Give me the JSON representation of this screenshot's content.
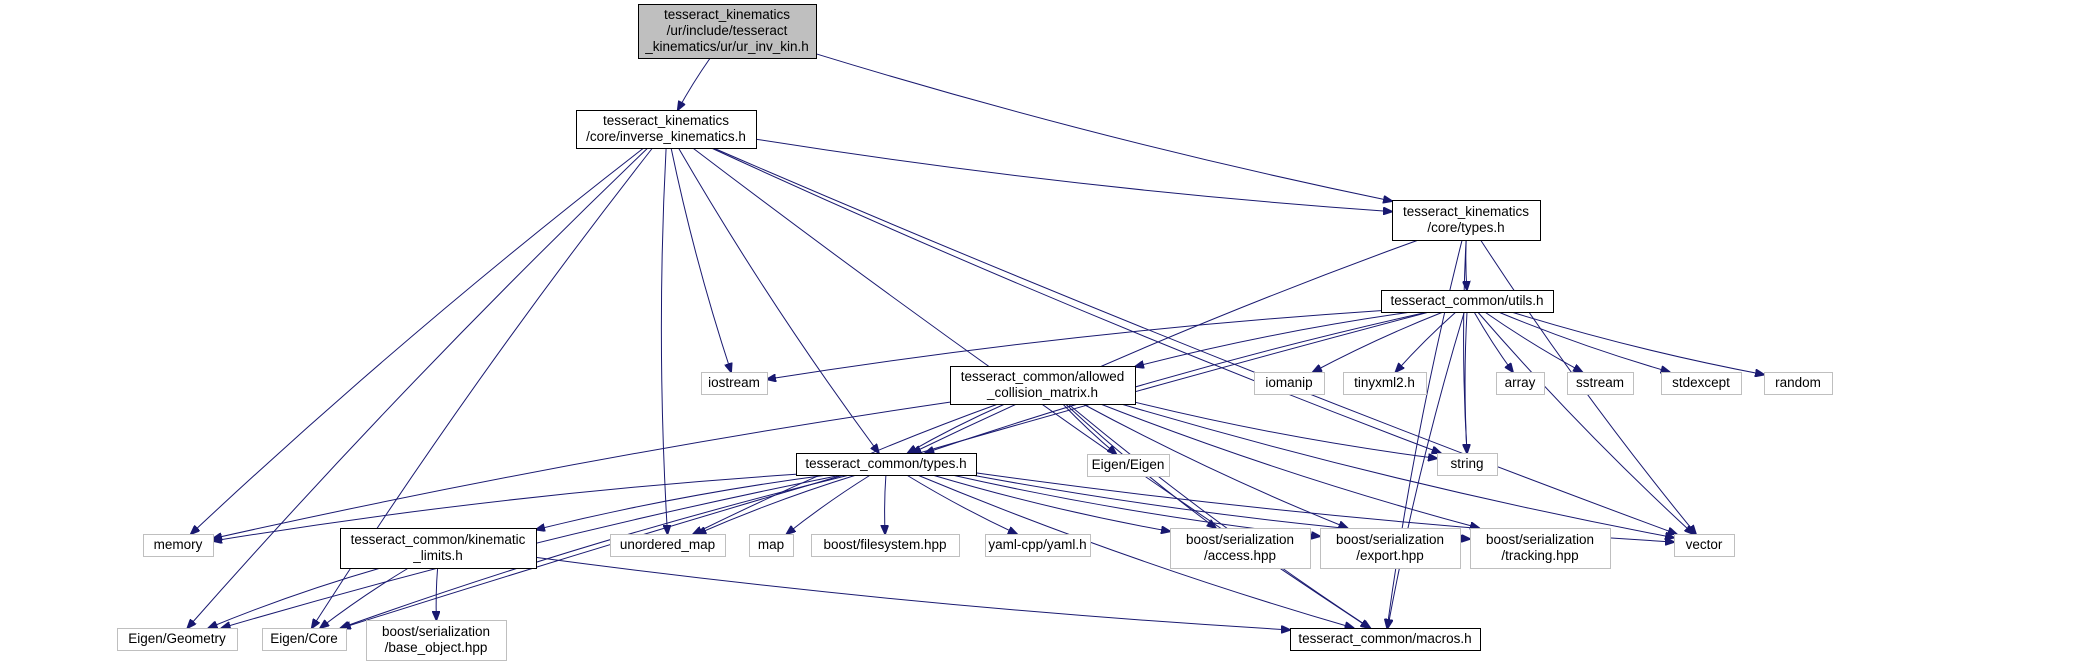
{
  "graph": {
    "colors": {
      "focus_fill": "#bfbfbf",
      "node_fill": "#ffffff",
      "project_border": "#000000",
      "external_border": "#bfbfbf",
      "edge": "#191970"
    },
    "nodes": [
      {
        "id": "ur_inv_kin",
        "style": "focus",
        "lines": [
          "tesseract_kinematics",
          "/ur/include/tesseract",
          "_kinematics/ur/ur_inv_kin.h"
        ]
      },
      {
        "id": "inverse_kinematics",
        "style": "project",
        "lines": [
          "tesseract_kinematics",
          "/core/inverse_kinematics.h"
        ]
      },
      {
        "id": "kin_types",
        "style": "project",
        "lines": [
          "tesseract_kinematics",
          "/core/types.h"
        ]
      },
      {
        "id": "utils",
        "style": "project",
        "lines": [
          "tesseract_common/utils.h"
        ]
      },
      {
        "id": "acm",
        "style": "project",
        "lines": [
          "tesseract_common/allowed",
          "_collision_matrix.h"
        ]
      },
      {
        "id": "common_types",
        "style": "project",
        "lines": [
          "tesseract_common/types.h"
        ]
      },
      {
        "id": "kinematic_limits",
        "style": "project",
        "lines": [
          "tesseract_common/kinematic",
          "_limits.h"
        ]
      },
      {
        "id": "macros",
        "style": "project",
        "lines": [
          "tesseract_common/macros.h"
        ]
      },
      {
        "id": "iostream",
        "style": "external",
        "lines": [
          "iostream"
        ]
      },
      {
        "id": "iomanip",
        "style": "external",
        "lines": [
          "iomanip"
        ]
      },
      {
        "id": "tinyxml2",
        "style": "external",
        "lines": [
          "tinyxml2.h"
        ]
      },
      {
        "id": "array",
        "style": "external",
        "lines": [
          "array"
        ]
      },
      {
        "id": "sstream",
        "style": "external",
        "lines": [
          "sstream"
        ]
      },
      {
        "id": "stdexcept",
        "style": "external",
        "lines": [
          "stdexcept"
        ]
      },
      {
        "id": "random",
        "style": "external",
        "lines": [
          "random"
        ]
      },
      {
        "id": "string",
        "style": "external",
        "lines": [
          "string"
        ]
      },
      {
        "id": "eigen_eigen",
        "style": "external",
        "lines": [
          "Eigen/Eigen"
        ]
      },
      {
        "id": "memory",
        "style": "external",
        "lines": [
          "memory"
        ]
      },
      {
        "id": "unordered_map",
        "style": "external",
        "lines": [
          "unordered_map"
        ]
      },
      {
        "id": "map",
        "style": "external",
        "lines": [
          "map"
        ]
      },
      {
        "id": "boost_filesystem",
        "style": "external",
        "lines": [
          "boost/filesystem.hpp"
        ]
      },
      {
        "id": "yaml",
        "style": "external",
        "lines": [
          "yaml-cpp/yaml.h"
        ]
      },
      {
        "id": "boost_access",
        "style": "external",
        "lines": [
          "boost/serialization",
          "/access.hpp"
        ]
      },
      {
        "id": "boost_export",
        "style": "external",
        "lines": [
          "boost/serialization",
          "/export.hpp"
        ]
      },
      {
        "id": "boost_tracking",
        "style": "external",
        "lines": [
          "boost/serialization",
          "/tracking.hpp"
        ]
      },
      {
        "id": "vector",
        "style": "external",
        "lines": [
          "vector"
        ]
      },
      {
        "id": "eigen_geometry",
        "style": "external",
        "lines": [
          "Eigen/Geometry"
        ]
      },
      {
        "id": "eigen_core",
        "style": "external",
        "lines": [
          "Eigen/Core"
        ]
      },
      {
        "id": "boost_base_object",
        "style": "external",
        "lines": [
          "boost/serialization",
          "/base_object.hpp"
        ]
      }
    ],
    "edges": [
      [
        "ur_inv_kin",
        "inverse_kinematics"
      ],
      [
        "ur_inv_kin",
        "kin_types"
      ],
      [
        "inverse_kinematics",
        "kin_types"
      ],
      [
        "inverse_kinematics",
        "iostream"
      ],
      [
        "inverse_kinematics",
        "string"
      ],
      [
        "inverse_kinematics",
        "vector"
      ],
      [
        "inverse_kinematics",
        "common_types"
      ],
      [
        "inverse_kinematics",
        "unordered_map"
      ],
      [
        "inverse_kinematics",
        "memory"
      ],
      [
        "inverse_kinematics",
        "eigen_geometry"
      ],
      [
        "inverse_kinematics",
        "eigen_core"
      ],
      [
        "inverse_kinematics",
        "macros"
      ],
      [
        "kin_types",
        "utils"
      ],
      [
        "kin_types",
        "common_types"
      ],
      [
        "kin_types",
        "string"
      ],
      [
        "kin_types",
        "vector"
      ],
      [
        "kin_types",
        "macros"
      ],
      [
        "utils",
        "iostream"
      ],
      [
        "utils",
        "iomanip"
      ],
      [
        "utils",
        "tinyxml2"
      ],
      [
        "utils",
        "array"
      ],
      [
        "utils",
        "sstream"
      ],
      [
        "utils",
        "stdexcept"
      ],
      [
        "utils",
        "random"
      ],
      [
        "utils",
        "string"
      ],
      [
        "utils",
        "vector"
      ],
      [
        "utils",
        "acm"
      ],
      [
        "utils",
        "common_types"
      ],
      [
        "utils",
        "eigen_core"
      ],
      [
        "utils",
        "macros"
      ],
      [
        "acm",
        "common_types"
      ],
      [
        "acm",
        "memory"
      ],
      [
        "acm",
        "unordered_map"
      ],
      [
        "acm",
        "eigen_eigen"
      ],
      [
        "acm",
        "string"
      ],
      [
        "acm",
        "vector"
      ],
      [
        "acm",
        "boost_access"
      ],
      [
        "acm",
        "boost_export"
      ],
      [
        "acm",
        "boost_tracking"
      ],
      [
        "acm",
        "macros"
      ],
      [
        "common_types",
        "memory"
      ],
      [
        "common_types",
        "unordered_map"
      ],
      [
        "common_types",
        "map"
      ],
      [
        "common_types",
        "boost_filesystem"
      ],
      [
        "common_types",
        "yaml"
      ],
      [
        "common_types",
        "boost_access"
      ],
      [
        "common_types",
        "boost_export"
      ],
      [
        "common_types",
        "boost_tracking"
      ],
      [
        "common_types",
        "vector"
      ],
      [
        "common_types",
        "kinematic_limits"
      ],
      [
        "common_types",
        "eigen_geometry"
      ],
      [
        "common_types",
        "eigen_core"
      ],
      [
        "common_types",
        "macros"
      ],
      [
        "kinematic_limits",
        "eigen_geometry"
      ],
      [
        "kinematic_limits",
        "eigen_core"
      ],
      [
        "kinematic_limits",
        "boost_base_object"
      ],
      [
        "kinematic_limits",
        "macros"
      ]
    ]
  }
}
